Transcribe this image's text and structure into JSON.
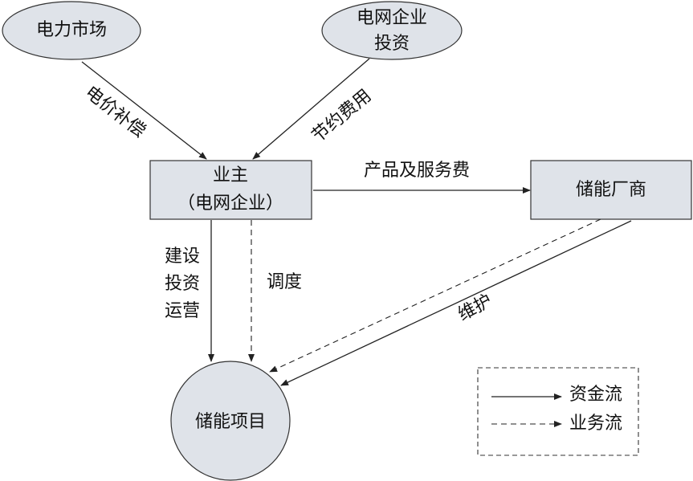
{
  "nodes": {
    "power_market": "电力市场",
    "grid_investment": [
      "电网企业",
      "投资"
    ],
    "owner": [
      "业主",
      "（电网企业）"
    ],
    "storage_vendor": "储能厂商",
    "storage_project": "储能项目"
  },
  "edges": {
    "price_compensation": "电价补偿",
    "cost_savings": "节约费用",
    "products_services_fee": "产品及服务费",
    "build_invest_operate": [
      "建设",
      "投资",
      "运营"
    ],
    "dispatch": "调度",
    "maintenance": "维护"
  },
  "legend": {
    "capital_flow": "资金流",
    "business_flow": "业务流"
  }
}
